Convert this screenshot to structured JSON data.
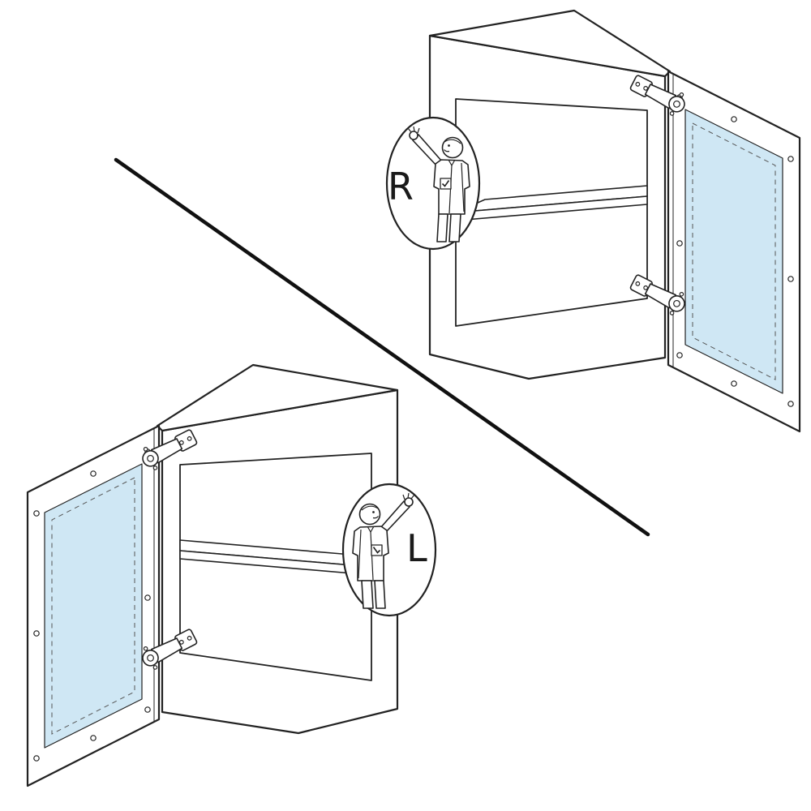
{
  "diagram": {
    "labels": {
      "right": "R",
      "left": "L"
    },
    "panels": [
      {
        "label": "R",
        "door_side": "right"
      },
      {
        "label": "L",
        "door_side": "left"
      }
    ],
    "colors": {
      "glass": "#cfe7f4",
      "outline": "#222222",
      "divider": "#111111",
      "background": "#ffffff"
    }
  }
}
